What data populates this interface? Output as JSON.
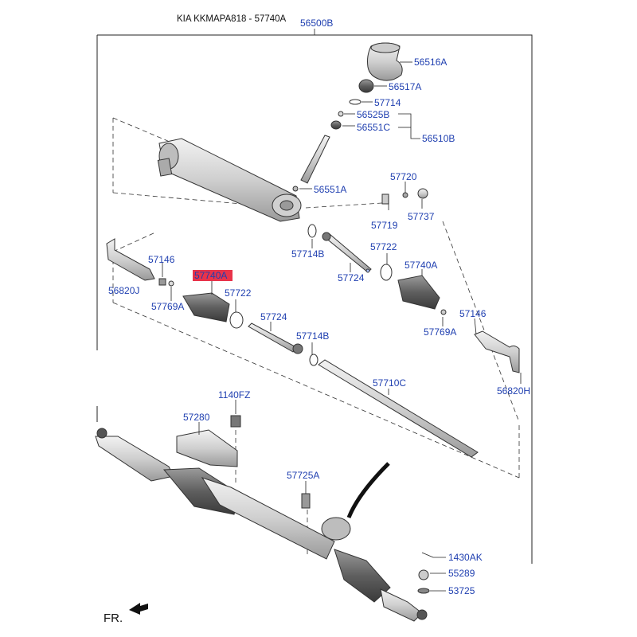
{
  "header": {
    "title": "KIA KKMAPA818 - 57740A"
  },
  "assembly_label": "56500B",
  "highlight_part": "57740A",
  "colors": {
    "label": "#1f3fb0",
    "highlight": "#e8334a",
    "line": "#222222"
  },
  "parts": {
    "p56516A": "56516A",
    "p56517A": "56517A",
    "p57714": "57714",
    "p56525B": "56525B",
    "p56551C": "56551C",
    "p56510B": "56510B",
    "p56551A": "56551A",
    "p57720": "57720",
    "p57719": "57719",
    "p57737": "57737",
    "p57714B_a": "57714B",
    "p57724_a": "57724",
    "p57722_a": "57722",
    "p57740A_a": "57740A",
    "p57146_a": "57146",
    "p56820J": "56820J",
    "p57769A_a": "57769A",
    "p57740A_b": "57740A",
    "p57722_b": "57722",
    "p57724_b": "57724",
    "p57714B_b": "57714B",
    "p57146_b": "57146",
    "p57769A_b": "57769A",
    "p56820H": "56820H",
    "p57710C": "57710C",
    "p1140FZ": "1140FZ",
    "p57280": "57280",
    "p57725A": "57725A",
    "p1430AK": "1430AK",
    "p55289": "55289",
    "p53725": "53725"
  },
  "fr_label": "FR.",
  "icons": [
    "front-direction-arrow-icon"
  ]
}
